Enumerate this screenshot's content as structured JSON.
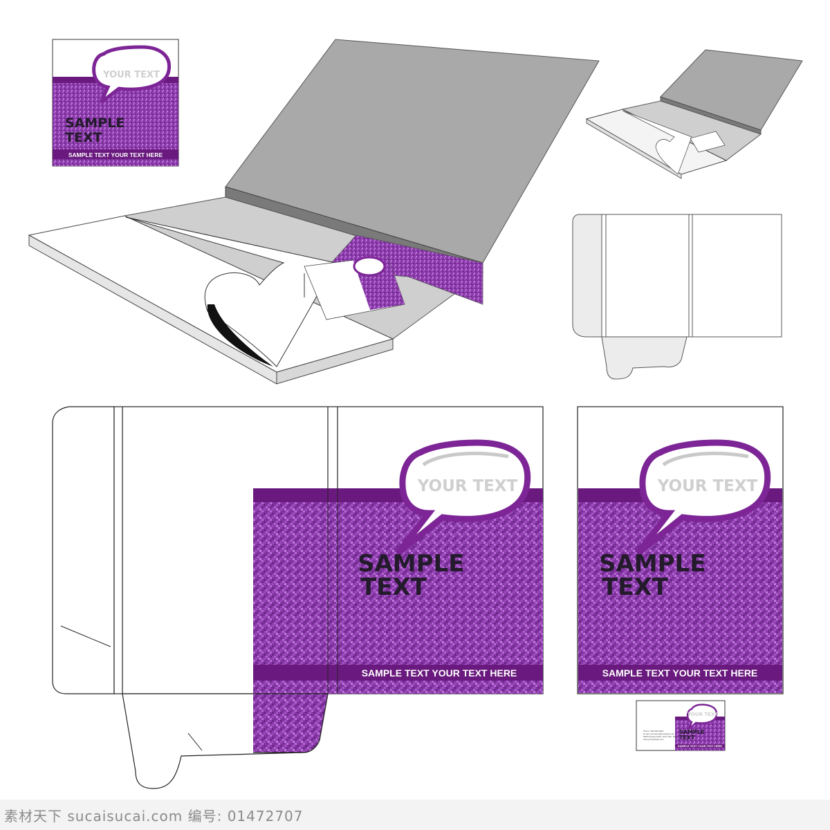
{
  "colors": {
    "purple_dark": "#6a1a7e",
    "purple_mid": "#8a3aa8",
    "purple_light": "#b064d2",
    "gray_cover": "#a9a9a9",
    "gray_spine": "#7d7d7d"
  },
  "design": {
    "bubble_text": "YOUR TEXT",
    "headline_line1": "SAMPLE",
    "headline_line2": "TEXT",
    "strip_text": "SAMPLE TEXT  YOUR TEXT HERE"
  },
  "business_card": {
    "bubble_text": "YOUR TEXT",
    "headline_line1": "SAMPLE",
    "headline_line2": "TEXT",
    "strip_text": "SAMPLE TEXT YOUR TEXT HERE",
    "contact_lines": [
      "Phone: 000-000-0000",
      "E-mail: yourname@company.com",
      "0000 Anyway Road, Town Ville, State",
      "www.yourwebsite.com"
    ]
  },
  "watermark": {
    "text": "素材天下 sucaisucai.com  编号: 01472707"
  }
}
